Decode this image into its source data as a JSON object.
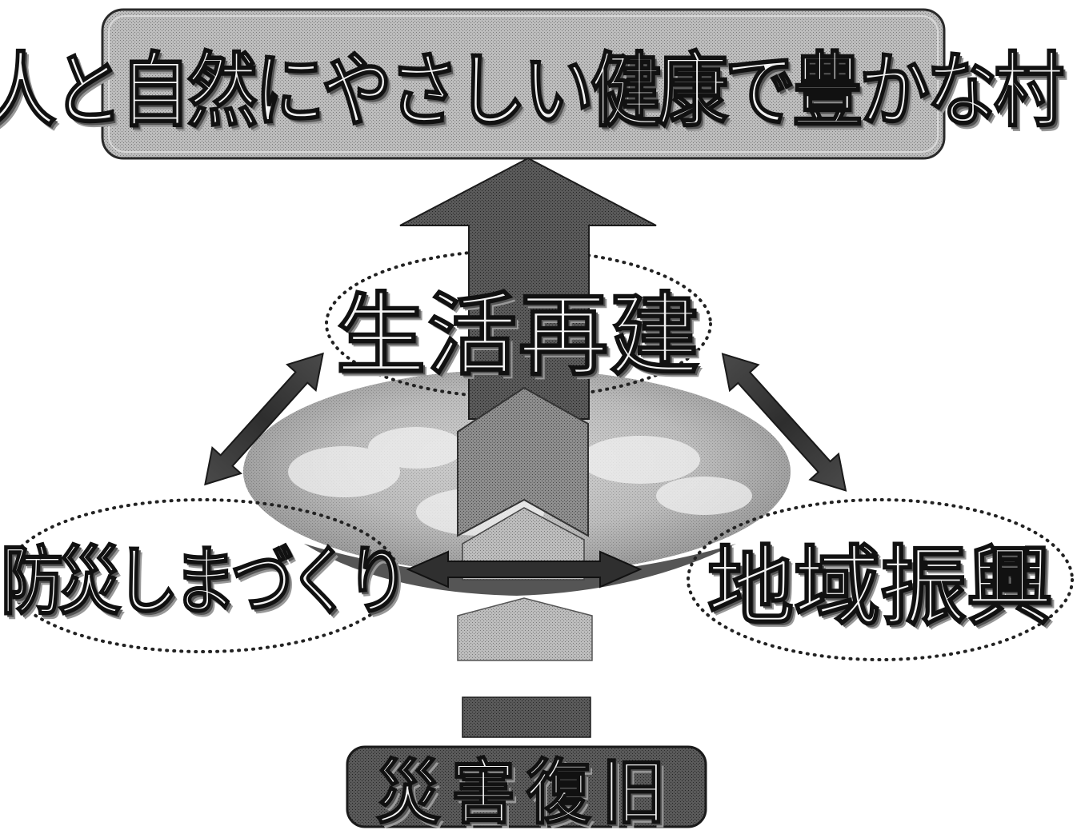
{
  "title": "人と自然にやさしい健康で豊かな村",
  "center_goal": "生活再建",
  "left_pillar": "防災しまづくり",
  "right_pillar": "地域振興",
  "foundation": "災害復旧",
  "colors": {
    "background": "#ffffff",
    "banner_fill": "#b9b9b9",
    "banner_border": "#2a2a2a",
    "arrow_dark": "#3a3a3a",
    "arrow_mid": "#6d6d6d",
    "arrow_light": "#9a9a9a",
    "island_fill": "#8a8a8a",
    "dotted_outline": "#222222"
  }
}
